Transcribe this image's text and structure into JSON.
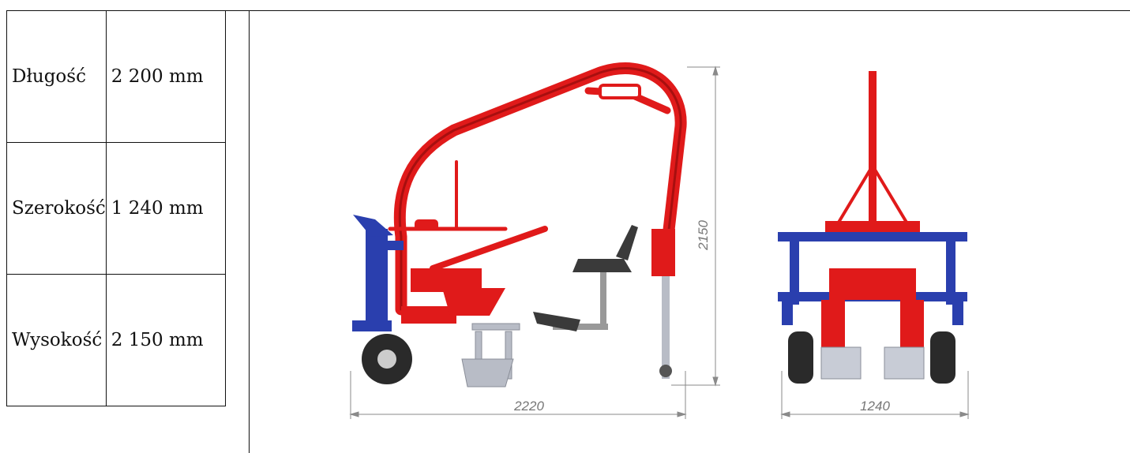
{
  "specs": [
    {
      "label": "Długość",
      "value": "2 200 mm"
    },
    {
      "label": "Szerokość",
      "value": "1 240 mm"
    },
    {
      "label": "Wysokość",
      "value": "2 150 mm"
    }
  ],
  "drawing": {
    "side_view": {
      "length_dim": "2220",
      "height_dim": "2150"
    },
    "front_view": {
      "width_dim": "1240"
    }
  },
  "colors": {
    "frame": "#e01a1a",
    "hitch": "#2a3fae",
    "seat": "#3a3a3a",
    "steel": "#b8bcc6",
    "dimension": "#8a8a8a"
  }
}
